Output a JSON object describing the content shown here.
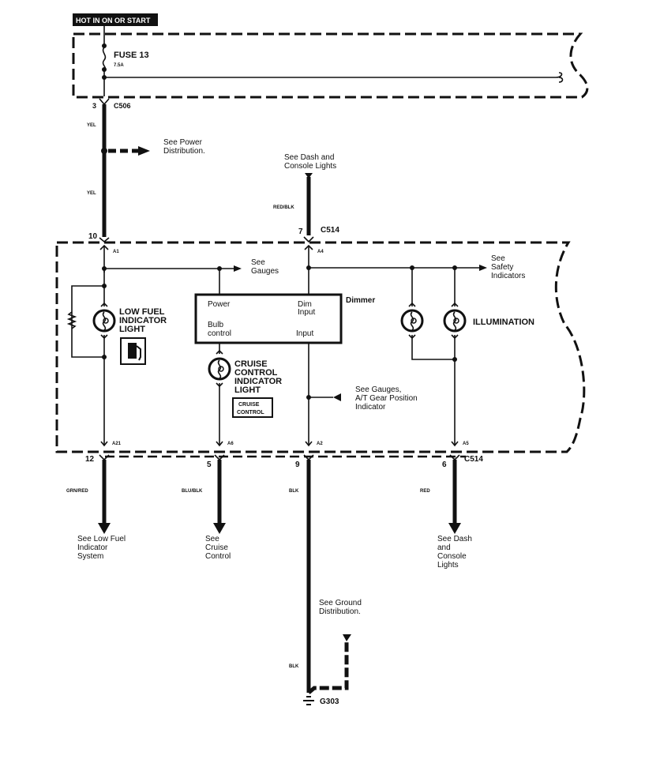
{
  "header": {
    "power_label": "HOT IN ON OR START"
  },
  "fuse": {
    "name": "FUSE 13",
    "rating": "7.5A"
  },
  "connectors": {
    "c506": {
      "name": "C506",
      "pin": "3"
    },
    "c514_top_left": {
      "pin": "10",
      "terminal": "A1"
    },
    "c514_top_right": {
      "name": "C514",
      "pin": "7",
      "terminal": "A4"
    },
    "c514_bottom": {
      "name": "C514"
    },
    "bottom_pins": [
      {
        "pin": "12",
        "terminal": "A21"
      },
      {
        "pin": "5",
        "terminal": "A6"
      },
      {
        "pin": "9",
        "terminal": "A2"
      },
      {
        "pin": "6",
        "terminal": "A5"
      }
    ],
    "ground": {
      "name": "G303"
    }
  },
  "wire_colors": {
    "yel_top": "YEL",
    "yel_bottom": "YEL",
    "dash_feed": "RED/BLK",
    "low_fuel": "GRN/RED",
    "cruise": "BLU/BLK",
    "ground": "BLK",
    "ground_lower": "BLK",
    "dash_out": "RED"
  },
  "references": {
    "power_distribution": [
      "See Power",
      "Distribution."
    ],
    "dash_console_top": [
      "See Dash and",
      "Console Lights"
    ],
    "gauges": [
      "See",
      "Gauges"
    ],
    "safety_indicators": [
      "See",
      "Safety",
      "Indicators"
    ],
    "gauges_at_gear": [
      "See Gauges,",
      "A/T Gear Position",
      "Indicator"
    ],
    "low_fuel_system": [
      "See Low Fuel",
      "Indicator",
      "System"
    ],
    "cruise_control": [
      "See",
      "Cruise",
      "Control"
    ],
    "dash_console_bottom": [
      "See Dash",
      "and",
      "Console",
      "Lights"
    ],
    "ground_distribution": [
      "See Ground",
      "Distribution."
    ]
  },
  "components": {
    "low_fuel_light": [
      "LOW FUEL",
      "INDICATOR",
      "LIGHT"
    ],
    "cruise_light": [
      "CRUISE",
      "CONTROL",
      "INDICATOR",
      "LIGHT"
    ],
    "cruise_badge": [
      "CRUISE",
      "CONTROL"
    ],
    "illumination": "ILLUMINATION",
    "dimmer": {
      "name": "Dimmer",
      "power": "Power",
      "dim_input": [
        "Dim",
        "Input"
      ],
      "bulb_control": [
        "Bulb",
        "control"
      ],
      "input": "Input"
    }
  }
}
